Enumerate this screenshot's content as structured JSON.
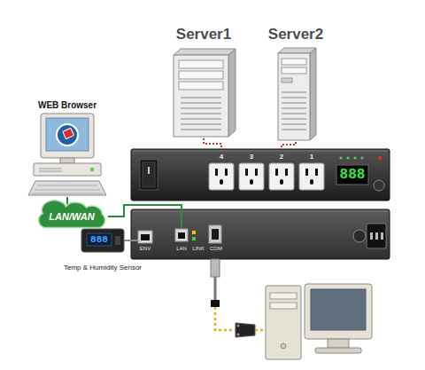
{
  "diagram": {
    "nodes": [
      {
        "text": [
          "Server1"
        ]
      },
      {
        "text": [
          "Server2"
        ]
      },
      {
        "text": [
          "WEB Browser"
        ]
      },
      {
        "text": [
          "4",
          "3",
          "2",
          "1",
          "888"
        ]
      },
      {
        "text": [
          "LAN/WAN"
        ]
      },
      {
        "text": [
          "ENV",
          "LAN",
          "LINK",
          "COM"
        ]
      },
      {
        "text": [
          "888",
          "Temp & Humidity Sensor"
        ]
      }
    ],
    "edges": [
      {
        "from": 0,
        "to": 3,
        "arrow": "none"
      },
      {
        "from": 1,
        "to": 3,
        "arrow": "none"
      },
      {
        "from": 2,
        "to": 4,
        "arrow": "none"
      },
      {
        "from": 4,
        "to": 5,
        "arrow": "none"
      },
      {
        "from": 6,
        "to": 5,
        "arrow": "none"
      }
    ]
  }
}
